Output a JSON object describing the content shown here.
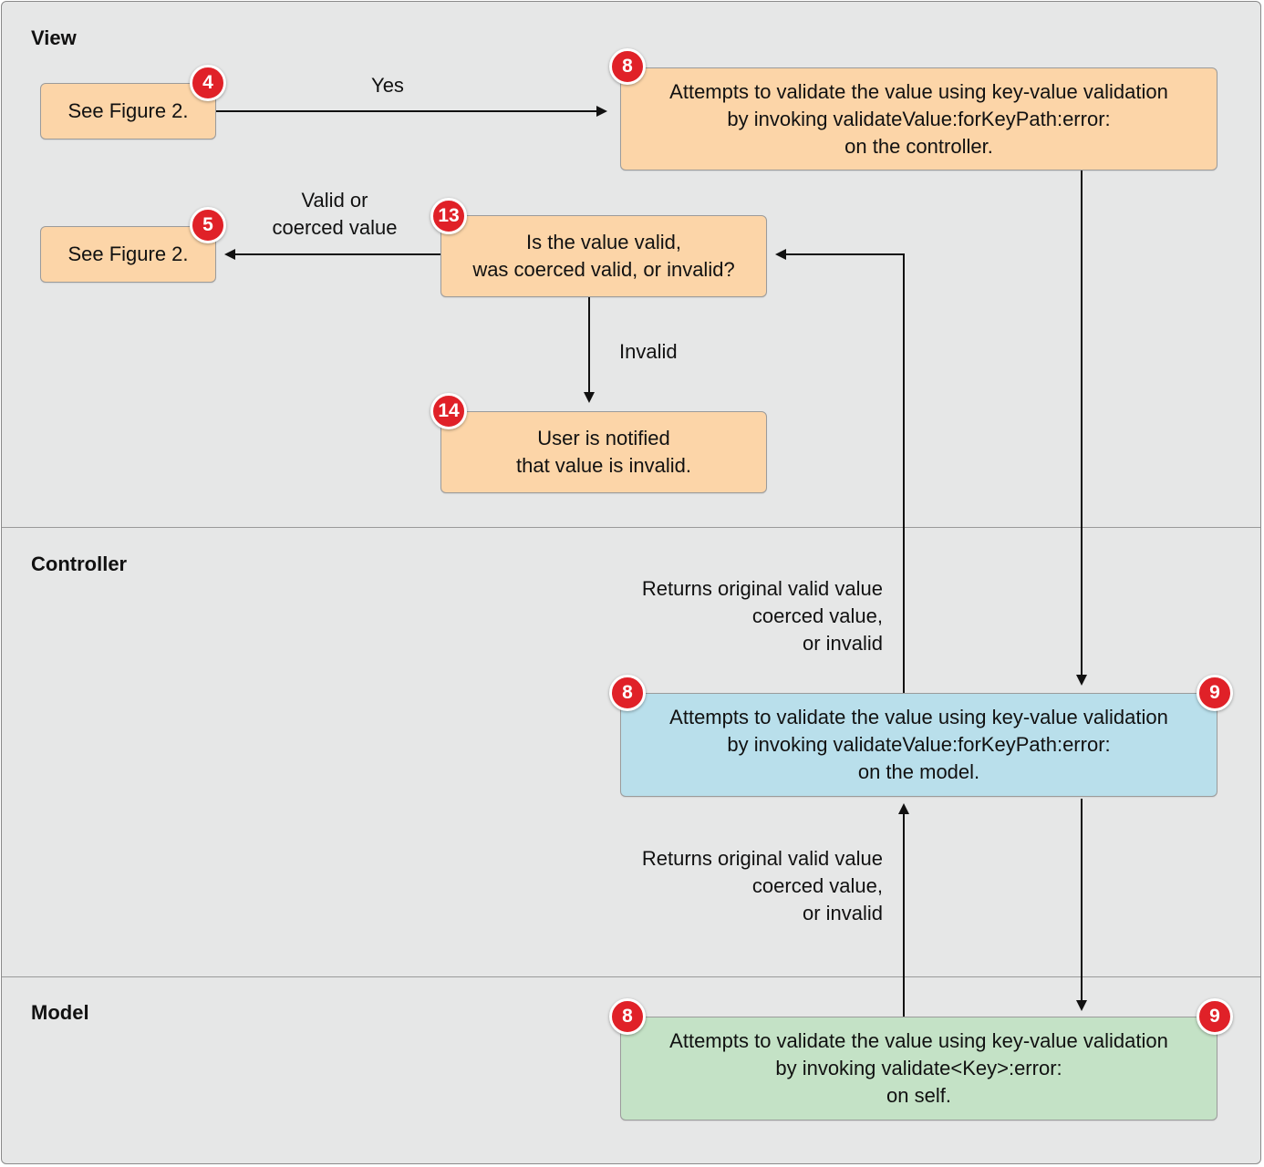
{
  "lanes": {
    "view": "View",
    "controller": "Controller",
    "model": "Model"
  },
  "boxes": {
    "see_fig_4": "See Figure 2.",
    "see_fig_5": "See Figure 2.",
    "view_validate": {
      "line1": "Attempts to validate the value using key-value validation",
      "line2": "by invoking validateValue:forKeyPath:error:",
      "line3": "on the controller."
    },
    "is_valid": {
      "line1": "Is the value valid,",
      "line2": "was coerced valid, or invalid?"
    },
    "notified": {
      "line1": "User is notified",
      "line2": "that value is invalid."
    },
    "controller_validate": {
      "line1": "Attempts to validate the value using key-value validation",
      "line2": "by invoking validateValue:forKeyPath:error:",
      "line3": "on the model."
    },
    "model_validate": {
      "line1": "Attempts to validate the value using key-value validation",
      "line2": "by invoking validate<Key>:error:",
      "line3": "on self."
    }
  },
  "badges": {
    "see_fig_4": "4",
    "see_fig_5": "5",
    "view_validate": "8",
    "is_valid": "13",
    "notified": "14",
    "controller_validate_left": "8",
    "controller_validate_right": "9",
    "model_validate_left": "8",
    "model_validate_right": "9"
  },
  "labels": {
    "yes": "Yes",
    "valid_or_coerced": {
      "line1": "Valid or",
      "line2": "coerced value"
    },
    "invalid": "Invalid",
    "returns_upper": {
      "line1": "Returns original valid value",
      "line2": "coerced value,",
      "line3": "or invalid"
    },
    "returns_lower": {
      "line1": "Returns original valid value",
      "line2": "coerced value,",
      "line3": "or invalid"
    }
  },
  "colors": {
    "view_box": "#fcd5a8",
    "controller_box": "#b9dfeb",
    "model_box": "#c4e2c6",
    "badge": "#e02128",
    "lane_background": "#e6e7e7"
  }
}
